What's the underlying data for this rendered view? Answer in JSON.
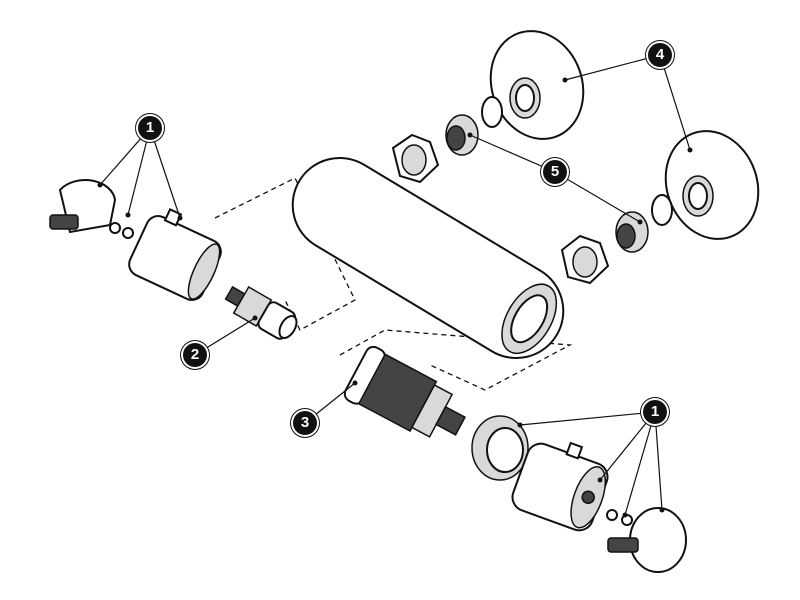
{
  "callouts": {
    "handle_left": "1",
    "cartridge_flow": "2",
    "cartridge_thermostatic": "3",
    "escutcheon": "4",
    "connector": "5",
    "handle_right": "1"
  }
}
